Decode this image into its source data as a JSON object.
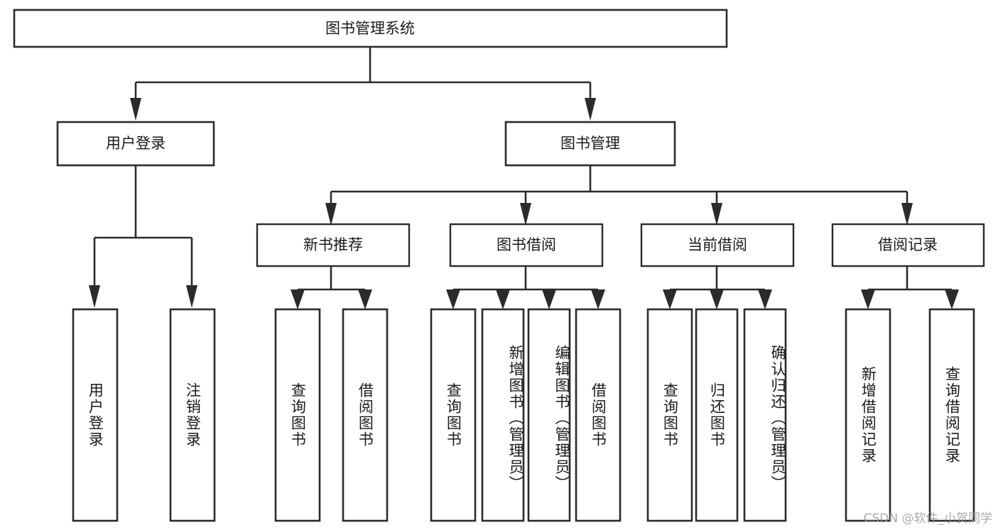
{
  "diagram": {
    "title": "图书管理系统",
    "type": "tree-hierarchy-chart",
    "orientation": "top-down",
    "root": {
      "id": "root",
      "label": "图书管理系统"
    },
    "level2": [
      {
        "id": "user-login",
        "label": "用户登录"
      },
      {
        "id": "book-management",
        "label": "图书管理"
      }
    ],
    "level3": [
      {
        "id": "new-book-recommend",
        "label": "新书推荐",
        "parent": "book-management"
      },
      {
        "id": "book-borrow",
        "label": "图书借阅",
        "parent": "book-management"
      },
      {
        "id": "current-borrow",
        "label": "当前借阅",
        "parent": "book-management"
      },
      {
        "id": "borrow-record",
        "label": "借阅记录",
        "parent": "book-management"
      }
    ],
    "leaves": [
      {
        "id": "leaf-user-login",
        "label": "用户登录",
        "parent": "user-login"
      },
      {
        "id": "leaf-logout-login",
        "label": "注销登录",
        "parent": "user-login"
      },
      {
        "id": "leaf-query-book-1",
        "label": "查询图书",
        "parent": "new-book-recommend"
      },
      {
        "id": "leaf-borrow-book-1",
        "label": "借阅图书",
        "parent": "new-book-recommend"
      },
      {
        "id": "leaf-query-book-2",
        "label": "查询图书",
        "parent": "book-borrow"
      },
      {
        "id": "leaf-add-book",
        "label": "新增图书（管理员）",
        "parent": "book-borrow"
      },
      {
        "id": "leaf-edit-book",
        "label": "编辑图书（管理员）",
        "parent": "book-borrow"
      },
      {
        "id": "leaf-borrow-book-2",
        "label": "借阅图书",
        "parent": "book-borrow"
      },
      {
        "id": "leaf-query-book-3",
        "label": "查询图书",
        "parent": "current-borrow"
      },
      {
        "id": "leaf-return-book",
        "label": "归还图书",
        "parent": "current-borrow"
      },
      {
        "id": "leaf-confirm-return",
        "label": "确认归还（管理员）",
        "parent": "current-borrow"
      },
      {
        "id": "leaf-add-record",
        "label": "新增借阅记录",
        "parent": "borrow-record"
      },
      {
        "id": "leaf-query-record",
        "label": "查询借阅记录",
        "parent": "borrow-record"
      }
    ]
  },
  "watermark": {
    "text": "CSDN @软件_小贺同学"
  },
  "colors": {
    "box_stroke": "#2b2b2b",
    "box_fill": "#ffffff",
    "text": "#1a1a1a",
    "background": "#ffffff",
    "watermark": "#9b9b9b"
  }
}
